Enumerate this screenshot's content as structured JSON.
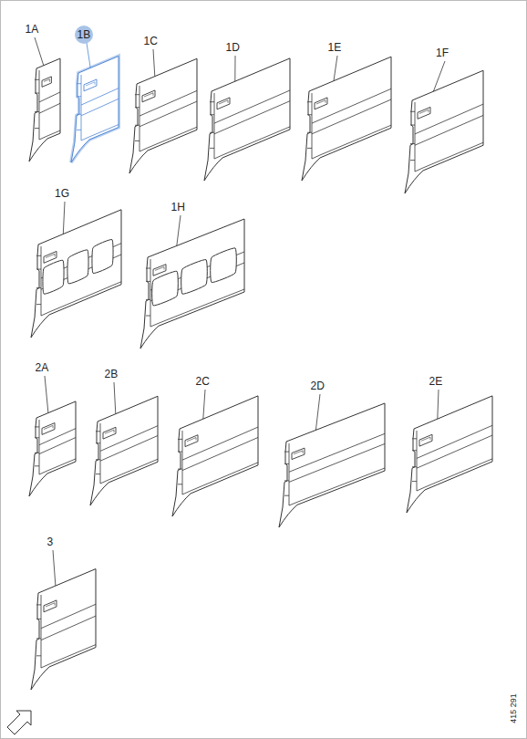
{
  "diagram": {
    "labels": [
      "1A",
      "1B",
      "1C",
      "1D",
      "1E",
      "1F",
      "1G",
      "1H",
      "2A",
      "2B",
      "2C",
      "2D",
      "2E",
      "3",
      "415 291"
    ]
  }
}
